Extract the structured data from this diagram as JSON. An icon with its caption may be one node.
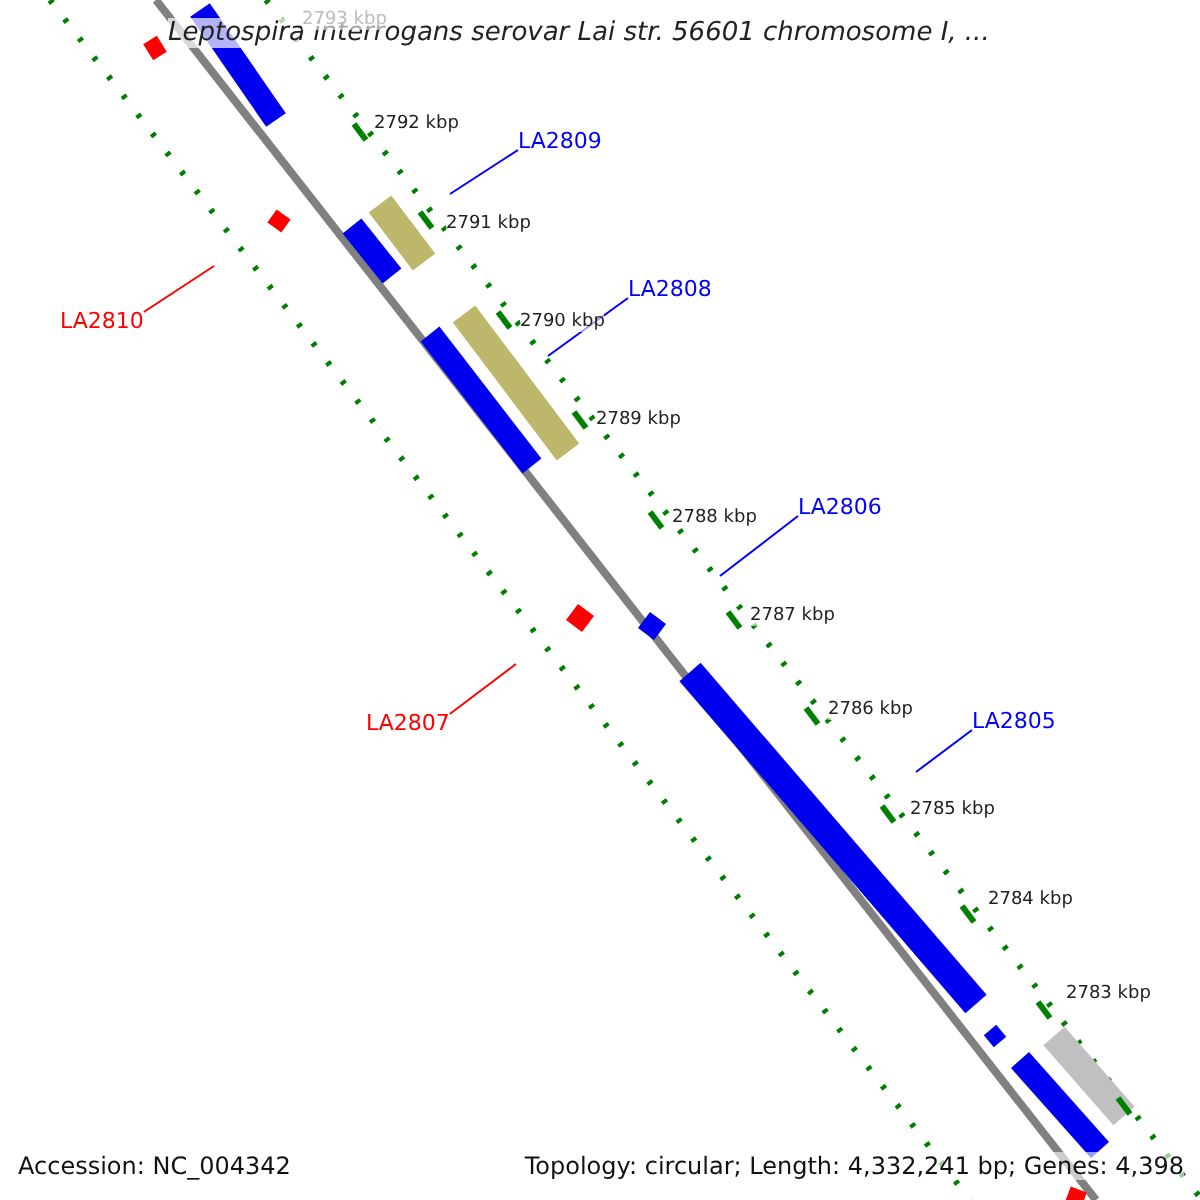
{
  "diagram": {
    "title": "Leptospira interrogans serovar Lai str. 56601 chromosome I, ...",
    "nodes": [
      {
        "text": [
          "LA2809"
        ]
      },
      {
        "text": [
          "LA2808"
        ]
      },
      {
        "text": [
          "LA2806"
        ]
      },
      {
        "text": [
          "LA2805"
        ]
      },
      {
        "text": [
          "LA2810"
        ]
      },
      {
        "text": [
          "LA2807"
        ]
      }
    ],
    "edges": [
      {
        "from": 0,
        "to": null,
        "arrow": "none"
      },
      {
        "from": 1,
        "to": null,
        "arrow": "none"
      },
      {
        "from": 2,
        "to": null,
        "arrow": "none"
      },
      {
        "from": 3,
        "to": null,
        "arrow": "none"
      },
      {
        "from": 4,
        "to": null,
        "arrow": "none",
        "color": "#ff0000"
      },
      {
        "from": 5,
        "to": null,
        "arrow": "none",
        "color": "#ff0000"
      }
    ],
    "labels": [
      "2793 kbp",
      "2792 kbp",
      "2791 kbp",
      "2790 kbp",
      "2789 kbp",
      "2788 kbp",
      "2787 kbp",
      "2786 kbp",
      "2785 kbp",
      "2784 kbp",
      "2783 kbp",
      "Accession: NC_004342",
      "Topology: circular; Length: 4,332,241 bp; Genes: 4,398"
    ]
  }
}
